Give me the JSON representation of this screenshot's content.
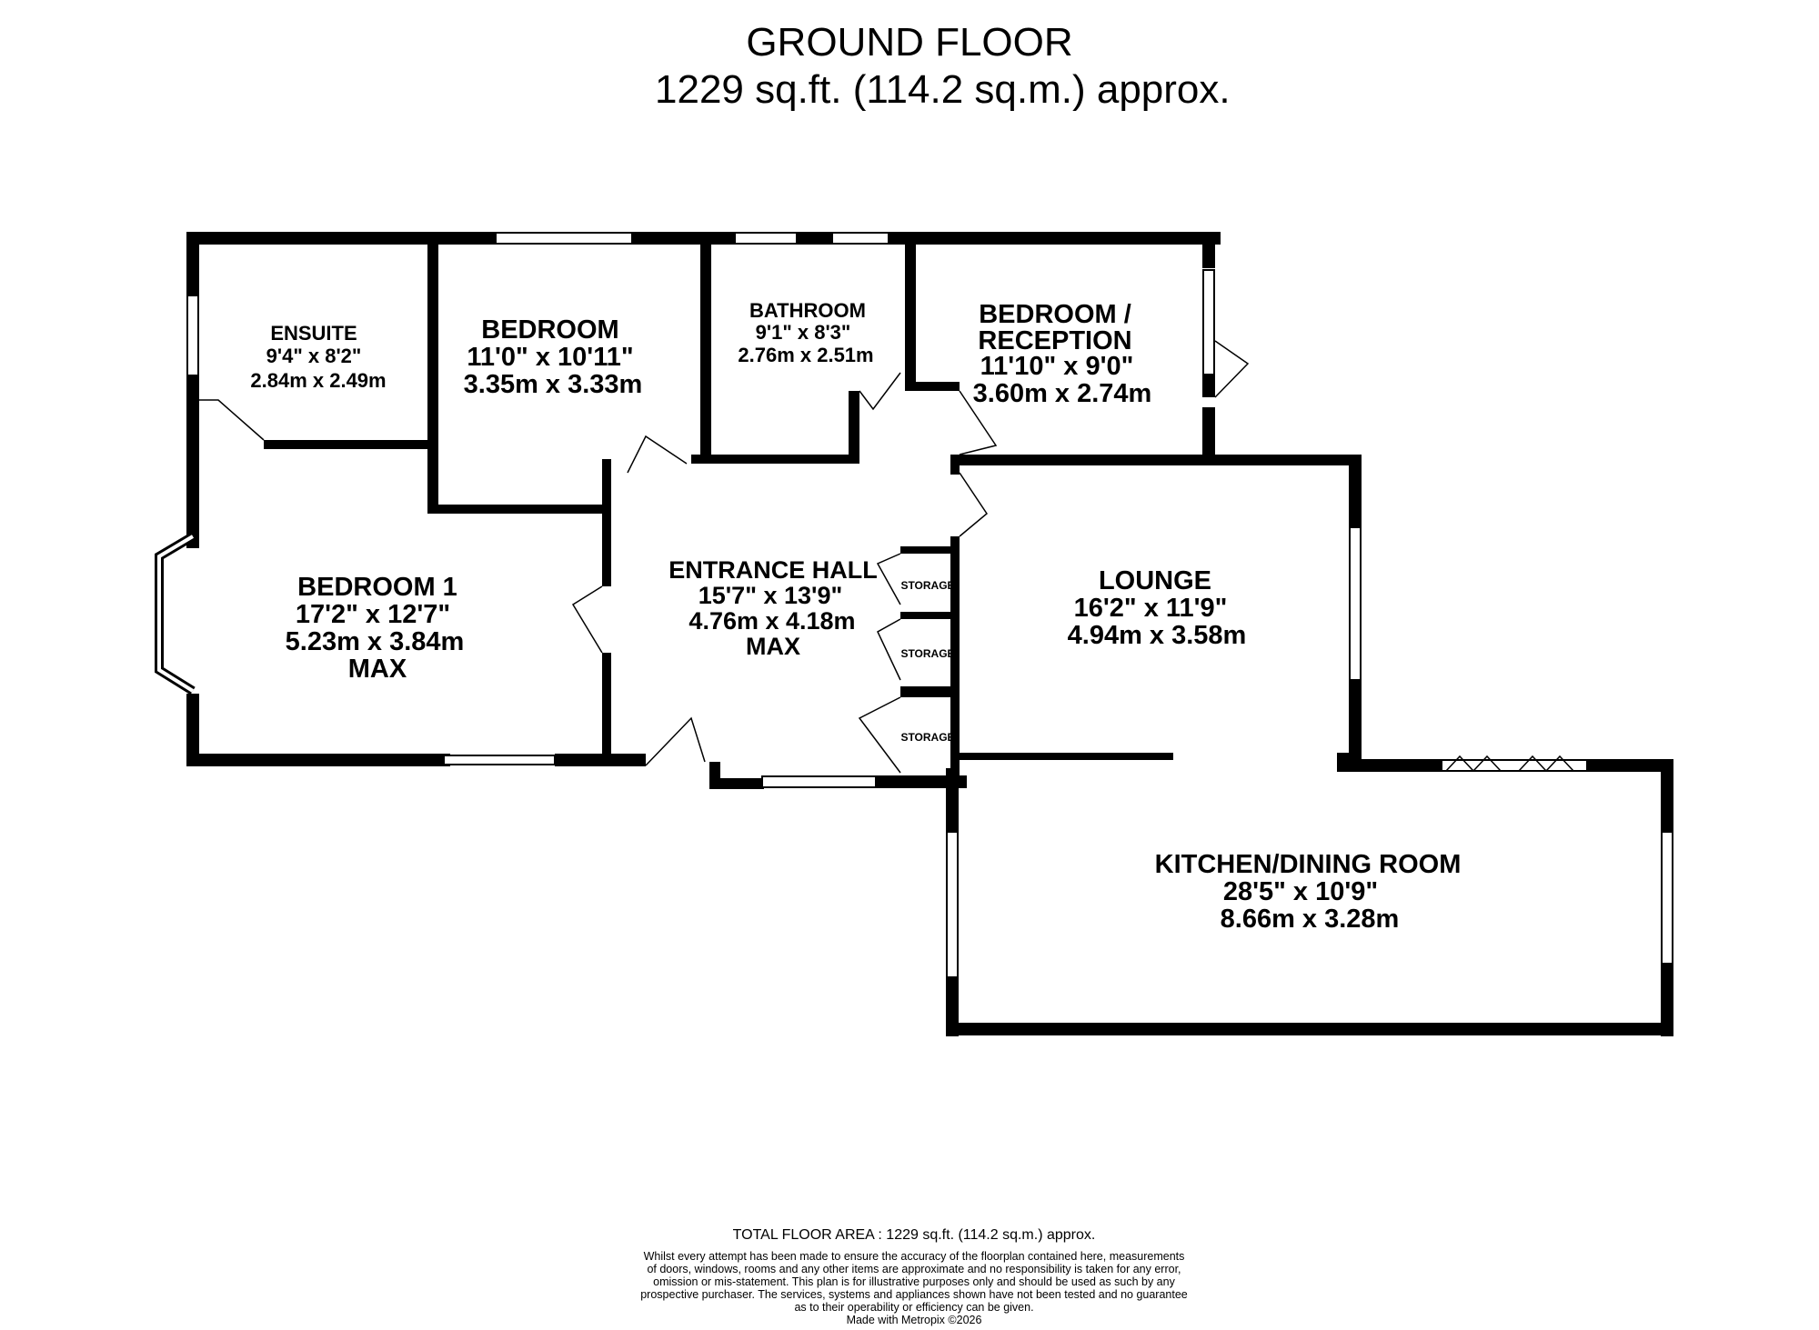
{
  "header": {
    "floor": "GROUND FLOOR",
    "area": "1229 sq.ft. (114.2 sq.m.) approx."
  },
  "rooms": {
    "ensuite": {
      "name": "ENSUITE",
      "imperial": "9'4\"  x 8'2\"",
      "metric": "2.84m  x 2.49m"
    },
    "bedroom": {
      "name": "BEDROOM",
      "imperial": "11'0\"  x 10'11\"",
      "metric": "3.35m  x 3.33m"
    },
    "bathroom": {
      "name": "BATHROOM",
      "imperial": "9'1\"  x 8'3\"",
      "metric": "2.76m  x 2.51m"
    },
    "bedroom_reception": {
      "name_line1": "BEDROOM /",
      "name_line2": "RECEPTION",
      "imperial": "11'10\"  x 9'0\"",
      "metric": "3.60m  x 2.74m"
    },
    "bedroom1": {
      "name": "BEDROOM 1",
      "imperial": "17'2\"  x 12'7\"",
      "metric": "5.23m  x 3.84m",
      "note": "MAX"
    },
    "entrance_hall": {
      "name": "ENTRANCE HALL",
      "imperial": "15'7\"  x 13'9\"",
      "metric": "4.76m  x 4.18m",
      "note": "MAX"
    },
    "storage": [
      "STORAGE",
      "STORAGE",
      "STORAGE"
    ],
    "lounge": {
      "name": "LOUNGE",
      "imperial": "16'2\"  x 11'9\"",
      "metric": "4.94m  x 3.58m"
    },
    "kitchen": {
      "name": "KITCHEN/DINING ROOM",
      "imperial": "28'5\"  x 10'9\"",
      "metric": "8.66m  x 3.28m"
    }
  },
  "footer": {
    "total": "TOTAL FLOOR AREA : 1229 sq.ft. (114.2 sq.m.) approx.",
    "disclaimer": [
      "Whilst every attempt has been made to ensure the accuracy of the floorplan contained here, measurements",
      "of doors, windows, rooms and any other items are approximate and no responsibility is taken for any error,",
      "omission or mis-statement. This plan is for illustrative purposes only and should be used as such by any",
      "prospective purchaser. The services, systems and appliances shown have not been tested and no guarantee",
      "as to their operability or efficiency can be given."
    ],
    "credit": "Made with Metropix ©2026"
  }
}
